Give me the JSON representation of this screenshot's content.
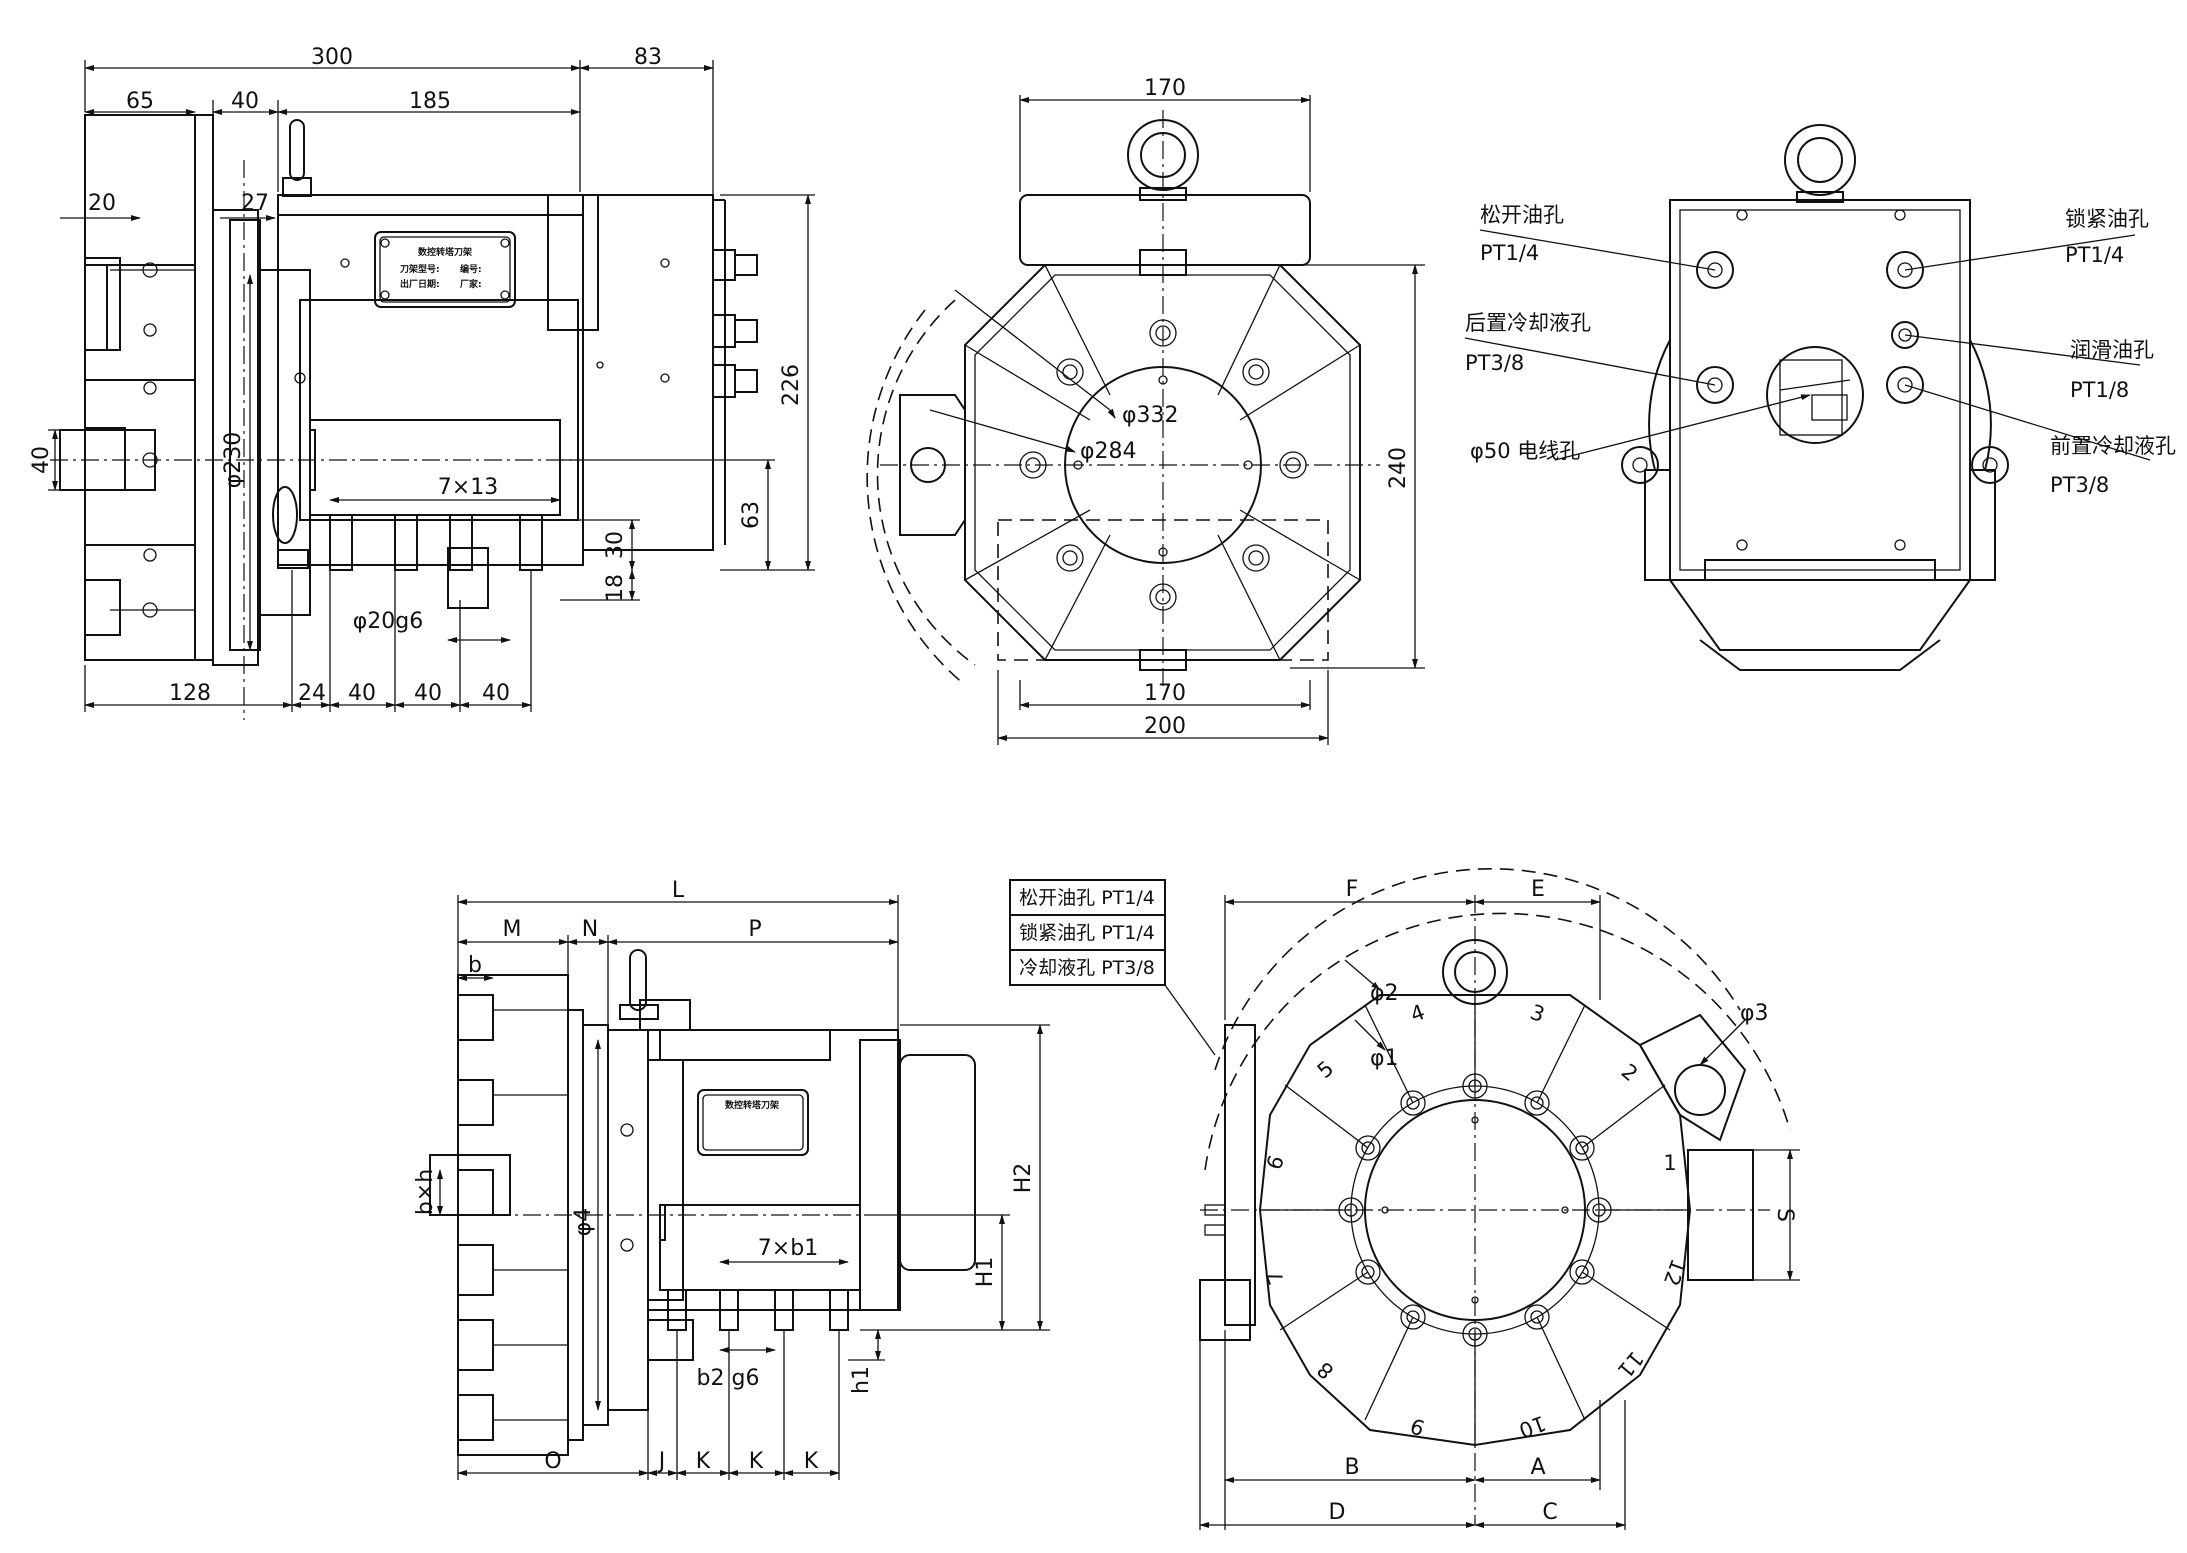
{
  "views": {
    "side_top": {
      "dims": {
        "d300": "300",
        "d83": "83",
        "d65": "65",
        "d40a": "40",
        "d185": "185",
        "d20": "20",
        "d27": "27",
        "d40b": "40",
        "phi230": "φ230",
        "d7x13": "7×13",
        "d226": "226",
        "d63": "63",
        "d30": "30",
        "d18": "18",
        "phi20g6": "φ20g6",
        "d128": "128",
        "d24": "24",
        "d40c": "40",
        "d40d": "40",
        "d40e": "40"
      },
      "nameplate": {
        "title": "数控转塔刀架",
        "r1a": "刀架型号:",
        "r1b": "编号:",
        "r2a": "出厂日期:",
        "r2b": "厂家:"
      }
    },
    "front_top": {
      "dims": {
        "d170a": "170",
        "phi332": "φ332",
        "phi284": "φ284",
        "d240": "240",
        "d170b": "170",
        "d200": "200"
      }
    },
    "rear_top": {
      "labels": {
        "loosen": "松开油孔",
        "loosen_pt": "PT1/4",
        "lock": "锁紧油孔",
        "lock_pt": "PT1/4",
        "rear_cool": "后置冷却液孔",
        "rear_cool_pt": "PT3/8",
        "lube": "润滑油孔",
        "lube_pt": "PT1/8",
        "cable": "φ50 电线孔",
        "front_cool": "前置冷却液孔",
        "front_cool_pt": "PT3/8"
      }
    },
    "side_bottom": {
      "dims": {
        "L": "L",
        "M": "M",
        "N": "N",
        "P": "P",
        "b": "b",
        "bxh": "b×h",
        "phi4": "φ4",
        "d7xb1": "7×b1",
        "H2": "H2",
        "H1": "H1",
        "b2g6": "b2 g6",
        "h1": "h1",
        "O": "O",
        "J": "J",
        "K1": "K",
        "K2": "K",
        "K3": "K"
      }
    },
    "front_bottom": {
      "legend": [
        "松开油孔 PT1/4",
        "锁紧油孔 PT1/4",
        "冷却液孔 PT3/8"
      ],
      "dims": {
        "F": "F",
        "E": "E",
        "phi2": "φ2",
        "phi1": "φ1",
        "phi3": "φ3",
        "S": "S",
        "B": "B",
        "A": "A",
        "D": "D",
        "C": "C"
      },
      "stations": [
        "1",
        "2",
        "3",
        "4",
        "5",
        "6",
        "7",
        "8",
        "9",
        "10",
        "11",
        "12"
      ]
    }
  }
}
